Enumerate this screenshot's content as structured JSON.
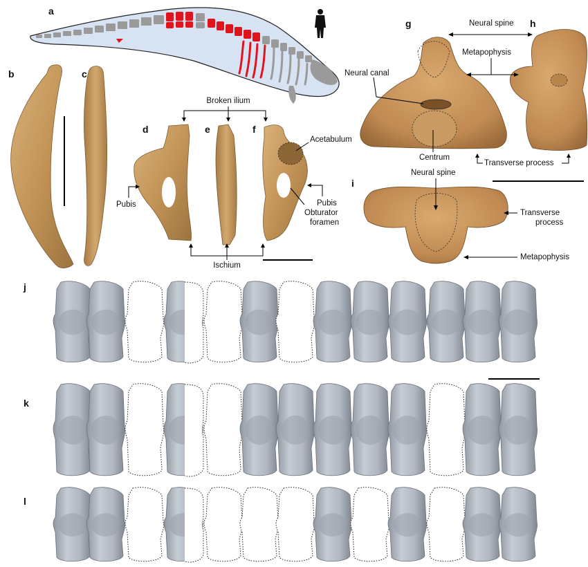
{
  "panels": [
    "a",
    "b",
    "c",
    "d",
    "e",
    "f",
    "g",
    "h",
    "i",
    "j",
    "k",
    "l"
  ],
  "labels": {
    "broken_ilium": "Broken ilium",
    "acetabulum": "Acetabulum",
    "pubis_left": "Pubis",
    "pubis_right": "Pubis",
    "obturator": "Obturator",
    "foramen": "foramen",
    "ischium": "Ischium",
    "neural_spine_top": "Neural spine",
    "metapophysis_top": "Metapophysis",
    "neural_canal": "Neural canal",
    "centrum": "Centrum",
    "transverse_process_bottom": "Transverse process",
    "neural_spine_i": "Neural spine",
    "transverse": "Transverse",
    "process": "process",
    "metapophysis_i": "Metapophysis"
  },
  "colors": {
    "body_fill": "#d7e3f3",
    "bone_gray": "#9a9a9a",
    "highlight": "#e0141c",
    "fossil": "#c59a5e",
    "fossil_dark": "#9c7440",
    "scan": "#b5bcc6",
    "scan_dark": "#7d848e"
  }
}
